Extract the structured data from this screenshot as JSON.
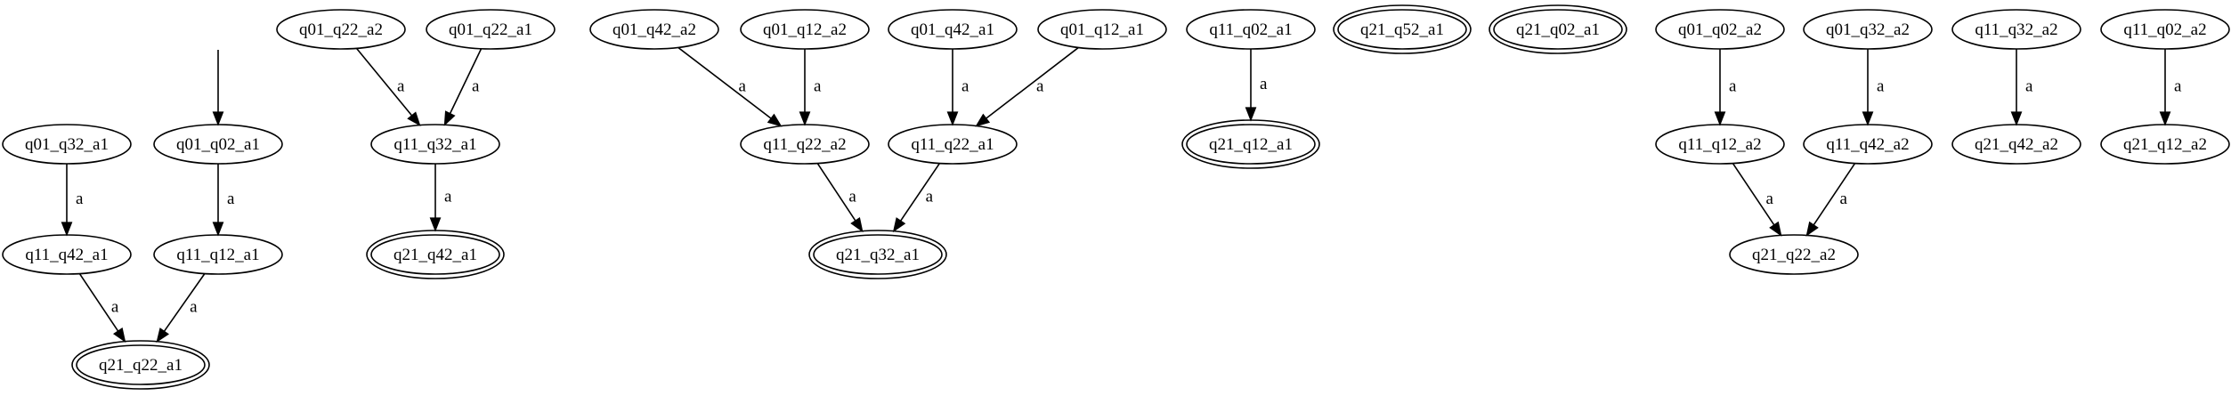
{
  "graph": {
    "nodes": [
      {
        "id": "q01_q32_a1",
        "label": "q01_q32_a1",
        "accepting": false
      },
      {
        "id": "q01_q02_a1",
        "label": "q01_q02_a1",
        "accepting": false
      },
      {
        "id": "q11_q42_a1",
        "label": "q11_q42_a1",
        "accepting": false
      },
      {
        "id": "q11_q12_a1",
        "label": "q11_q12_a1",
        "accepting": false
      },
      {
        "id": "q21_q22_a1",
        "label": "q21_q22_a1",
        "accepting": true
      },
      {
        "id": "q01_q22_a2",
        "label": "q01_q22_a2",
        "accepting": false
      },
      {
        "id": "q01_q22_a1",
        "label": "q01_q22_a1",
        "accepting": false
      },
      {
        "id": "q11_q32_a1",
        "label": "q11_q32_a1",
        "accepting": false
      },
      {
        "id": "q21_q42_a1",
        "label": "q21_q42_a1",
        "accepting": true
      },
      {
        "id": "q01_q42_a2",
        "label": "q01_q42_a2",
        "accepting": false
      },
      {
        "id": "q01_q12_a2",
        "label": "q01_q12_a2",
        "accepting": false
      },
      {
        "id": "q01_q42_a1",
        "label": "q01_q42_a1",
        "accepting": false
      },
      {
        "id": "q01_q12_a1",
        "label": "q01_q12_a1",
        "accepting": false
      },
      {
        "id": "q11_q22_a2",
        "label": "q11_q22_a2",
        "accepting": false
      },
      {
        "id": "q11_q22_a1",
        "label": "q11_q22_a1",
        "accepting": false
      },
      {
        "id": "q21_q32_a1",
        "label": "q21_q32_a1",
        "accepting": true
      },
      {
        "id": "q11_q02_a1",
        "label": "q11_q02_a1",
        "accepting": false
      },
      {
        "id": "q21_q12_a1",
        "label": "q21_q12_a1",
        "accepting": true
      },
      {
        "id": "q21_q52_a1",
        "label": "q21_q52_a1",
        "accepting": true
      },
      {
        "id": "q21_q02_a1",
        "label": "q21_q02_a1",
        "accepting": true
      },
      {
        "id": "q01_q02_a2",
        "label": "q01_q02_a2",
        "accepting": false
      },
      {
        "id": "q01_q32_a2",
        "label": "q01_q32_a2",
        "accepting": false
      },
      {
        "id": "q11_q12_a2",
        "label": "q11_q12_a2",
        "accepting": false
      },
      {
        "id": "q11_q42_a2",
        "label": "q11_q42_a2",
        "accepting": false
      },
      {
        "id": "q21_q22_a2",
        "label": "q21_q22_a2",
        "accepting": false
      },
      {
        "id": "q11_q32_a2",
        "label": "q11_q32_a2",
        "accepting": false
      },
      {
        "id": "q21_q42_a2",
        "label": "q21_q42_a2",
        "accepting": false
      },
      {
        "id": "q11_q02_a2",
        "label": "q11_q02_a2",
        "accepting": false
      },
      {
        "id": "q21_q12_a2",
        "label": "q21_q12_a2",
        "accepting": false
      }
    ],
    "initial": "q01_q02_a1",
    "edges": [
      {
        "from": "q01_q32_a1",
        "to": "q11_q42_a1",
        "label": "a"
      },
      {
        "from": "q01_q02_a1",
        "to": "q11_q12_a1",
        "label": "a"
      },
      {
        "from": "q11_q42_a1",
        "to": "q21_q22_a1",
        "label": "a"
      },
      {
        "from": "q11_q12_a1",
        "to": "q21_q22_a1",
        "label": "a"
      },
      {
        "from": "q01_q22_a2",
        "to": "q11_q32_a1",
        "label": "a"
      },
      {
        "from": "q01_q22_a1",
        "to": "q11_q32_a1",
        "label": "a"
      },
      {
        "from": "q11_q32_a1",
        "to": "q21_q42_a1",
        "label": "a"
      },
      {
        "from": "q01_q42_a2",
        "to": "q11_q22_a2",
        "label": "a"
      },
      {
        "from": "q01_q12_a2",
        "to": "q11_q22_a2",
        "label": "a"
      },
      {
        "from": "q01_q42_a1",
        "to": "q11_q22_a1",
        "label": "a"
      },
      {
        "from": "q01_q12_a1",
        "to": "q11_q22_a1",
        "label": "a"
      },
      {
        "from": "q11_q22_a2",
        "to": "q21_q32_a1",
        "label": "a"
      },
      {
        "from": "q11_q22_a1",
        "to": "q21_q32_a1",
        "label": "a"
      },
      {
        "from": "q11_q02_a1",
        "to": "q21_q12_a1",
        "label": "a"
      },
      {
        "from": "q01_q02_a2",
        "to": "q11_q12_a2",
        "label": "a"
      },
      {
        "from": "q01_q32_a2",
        "to": "q11_q42_a2",
        "label": "a"
      },
      {
        "from": "q11_q12_a2",
        "to": "q21_q22_a2",
        "label": "a"
      },
      {
        "from": "q11_q42_a2",
        "to": "q21_q22_a2",
        "label": "a"
      },
      {
        "from": "q11_q32_a2",
        "to": "q21_q42_a2",
        "label": "a"
      },
      {
        "from": "q11_q02_a2",
        "to": "q21_q12_a2",
        "label": "a"
      }
    ]
  }
}
